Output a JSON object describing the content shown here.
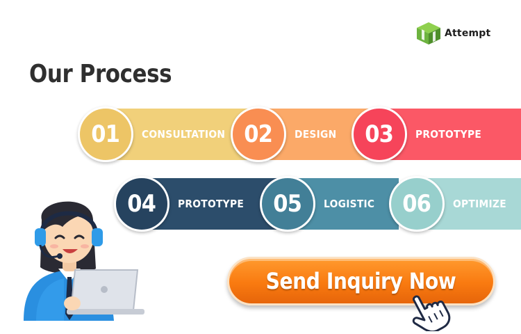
{
  "brand": {
    "logo_icon": "cube-icon",
    "name": "Attempt",
    "color": "#6db33f"
  },
  "page": {
    "title": "Our Process"
  },
  "steps": [
    {
      "number": "01",
      "label": "CONSULTATION",
      "color": "#f1d07a"
    },
    {
      "number": "02",
      "label": "DESIGN",
      "color": "#fba968"
    },
    {
      "number": "03",
      "label": "PROTOTYPE",
      "color": "#fb5866"
    },
    {
      "number": "04",
      "label": "PROTOTYPE",
      "color": "#2c4d6b"
    },
    {
      "number": "05",
      "label": "LOGISTIC",
      "color": "#4d8fa6"
    },
    {
      "number": "06",
      "label": "OPTIMIZE",
      "color": "#a8d8d6"
    }
  ],
  "illustration": {
    "icon": "support-agent-icon"
  },
  "cta": {
    "label": "Send Inquiry Now",
    "color": "#f97a10",
    "cursor_icon": "hand-pointer-icon"
  }
}
